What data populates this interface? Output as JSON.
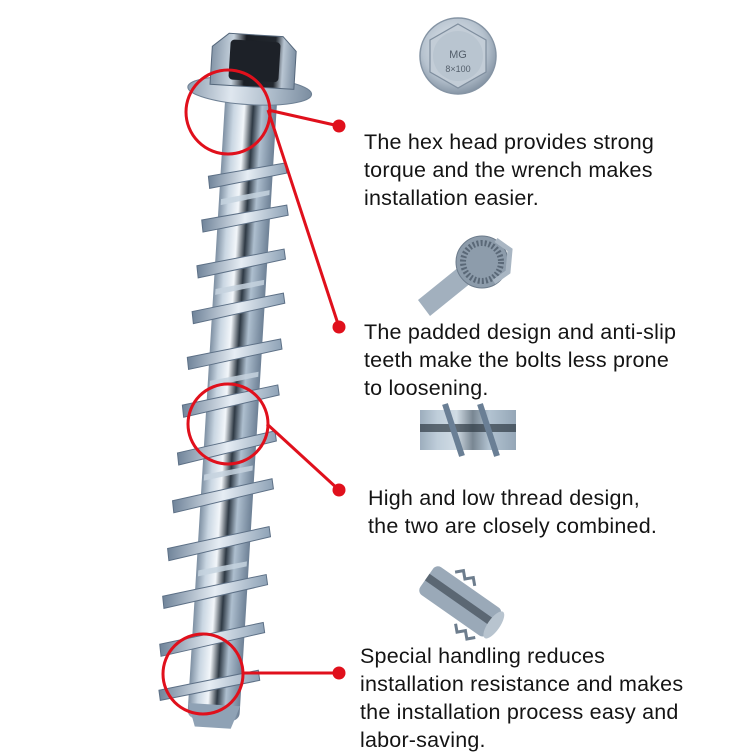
{
  "colors": {
    "callout_red": "#e0101c",
    "text": "#141414",
    "steel_light": "#d9e3ec",
    "steel_mid": "#9fb2c4",
    "steel_dark": "#34404c",
    "background": "#ffffff"
  },
  "main_image": {
    "subject": "hex-flange-concrete-screw-anchor"
  },
  "detail_images": [
    {
      "subject": "hex-head-top-view",
      "head_marking_line1": "MG",
      "head_marking_line2": "8×100"
    },
    {
      "subject": "serrated-flange-underside"
    },
    {
      "subject": "high-low-thread-closeup"
    },
    {
      "subject": "serrated-cutting-tip"
    }
  ],
  "callouts": [
    {
      "lines": [
        "The hex head provides strong",
        "torque and the wrench makes",
        "installation easier."
      ]
    },
    {
      "lines": [
        "The padded design and anti-slip",
        "teeth make the bolts less prone",
        "to loosening."
      ]
    },
    {
      "lines": [
        "High and low thread design,",
        "the two are closely combined."
      ]
    },
    {
      "lines": [
        "Special handling reduces",
        "installation resistance and makes",
        "the installation process easy and",
        "labor-saving."
      ]
    }
  ]
}
